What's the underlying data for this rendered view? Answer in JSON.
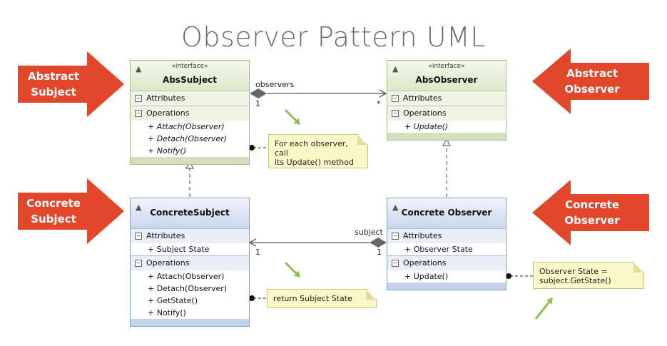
{
  "title": "Observer Pattern UML",
  "callouts": {
    "abstract_subject": [
      "Abstract",
      "Subject"
    ],
    "abstract_observer": [
      "Abstract",
      "Observer"
    ],
    "concrete_subject": [
      "Concrete",
      "Subject"
    ],
    "concrete_observer": [
      "Concrete",
      "Observer"
    ]
  },
  "classes": {
    "abs_subject": {
      "stereotype": "«interface»",
      "name": "AbsSubject",
      "attributes_label": "Attributes",
      "operations_label": "Operations",
      "operations": [
        "+ Attach(Observer)",
        "+ Detach(Observer)",
        "+ Notify()"
      ]
    },
    "abs_observer": {
      "stereotype": "«interface»",
      "name": "AbsObserver",
      "attributes_label": "Attributes",
      "operations_label": "Operations",
      "operations": [
        "+ Update()"
      ]
    },
    "concrete_subject": {
      "name": "ConcreteSubject",
      "attributes_label": "Attributes",
      "attributes": [
        "+ Subject State"
      ],
      "operations_label": "Operations",
      "operations": [
        "+ Attach(Observer)",
        "+ Detach(Observer)",
        "+ GetState()",
        "+ Notify()"
      ]
    },
    "concrete_observer": {
      "name": "Concrete Observer",
      "attributes_label": "Attributes",
      "attributes": [
        "+ Observer State"
      ],
      "operations_label": "Operations",
      "operations": [
        "+ Update()"
      ]
    }
  },
  "associations": {
    "observers": {
      "role": "observers",
      "source_mult": "1",
      "target_mult": "*"
    },
    "subject": {
      "role": "subject",
      "source_mult": "1",
      "target_mult": "1"
    }
  },
  "notes": {
    "notify_note": [
      "For each observer, call",
      "its Update() method"
    ],
    "getstate_note": [
      "return Subject State"
    ],
    "update_note": [
      "Observer State =",
      "subject.GetState()"
    ]
  },
  "colors": {
    "callout": "#e2472c",
    "abstract_header": "#dce8c8",
    "concrete_header": "#c9d7ee",
    "note": "#fbf7c9",
    "pointer": "#8cc152"
  }
}
